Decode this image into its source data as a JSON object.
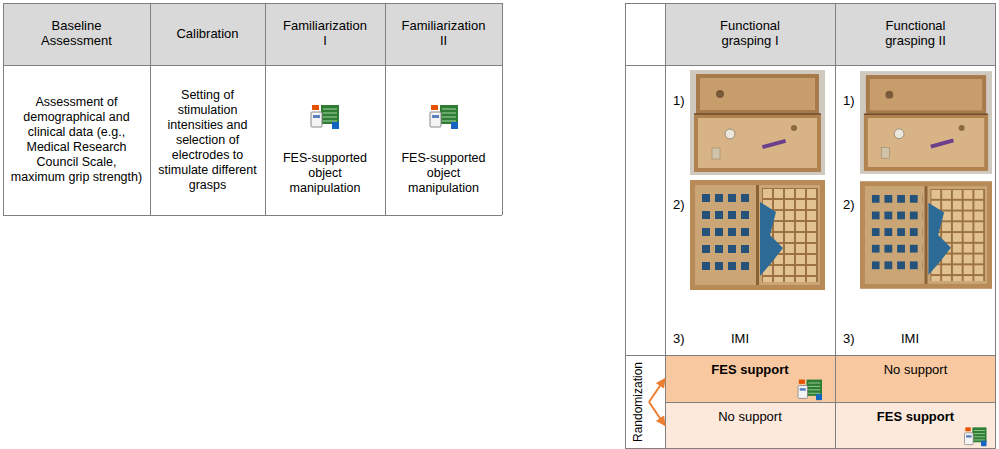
{
  "diagram": {
    "nodes": [
      {
        "text": [
          "Baseline Assessment"
        ]
      },
      {
        "text": [
          "Calibration"
        ]
      },
      {
        "text": [
          "Familiarization I"
        ]
      },
      {
        "text": [
          "Familiarization II"
        ]
      },
      {
        "text": [
          "Functional grasping I"
        ]
      },
      {
        "text": [
          "Functional grasping II"
        ]
      },
      {
        "text": [
          "Assessment of demographical and clinical data (e.g., Medical Research Council Scale, maximum grip strength)"
        ]
      },
      {
        "text": [
          "Setting of stimulation intensities and selection of electrodes to stimulate different grasps"
        ]
      },
      {
        "text": [
          "FES-supported object manipulation"
        ]
      },
      {
        "text": [
          "FES-supported object manipulation"
        ]
      },
      {
        "text": [
          "1)",
          "2)",
          "3)",
          "IMI"
        ]
      },
      {
        "text": [
          "1)",
          "2)",
          "3)",
          "IMI"
        ]
      },
      {
        "text": [
          "Randomization"
        ]
      },
      {
        "text": [
          "FES support"
        ]
      },
      {
        "text": [
          "No support"
        ]
      },
      {
        "text": [
          "No support"
        ]
      },
      {
        "text": [
          "FES support"
        ]
      }
    ],
    "edges": [
      {
        "from": 12,
        "to": 13,
        "arrow": "to"
      },
      {
        "from": 12,
        "to": 15,
        "arrow": "to"
      }
    ]
  }
}
